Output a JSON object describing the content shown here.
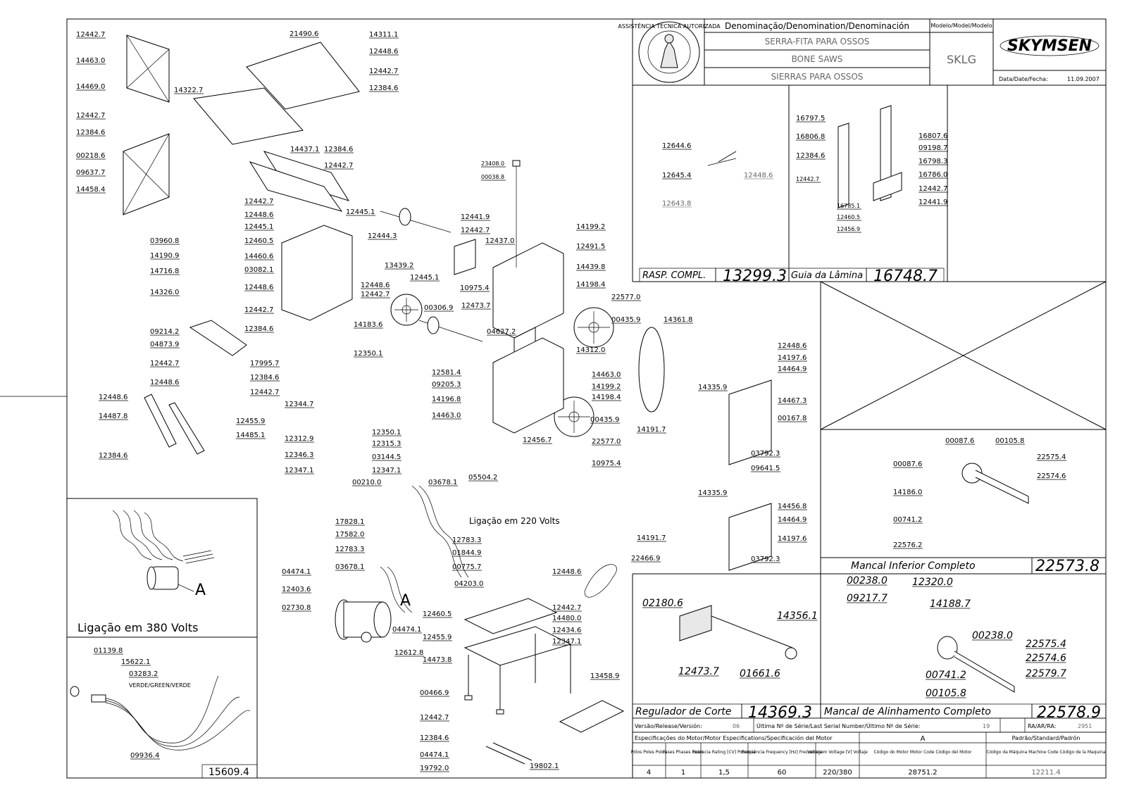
{
  "title_block": {
    "denomination_header": "Denominação/Denomination/Denominación",
    "name_pt": "SERRA-FITA PARA OSSOS",
    "name_en": "BONE SAWS",
    "name_es": "SIERRAS PARA OSSOS",
    "model_header": "Modelo/Model/Modelo",
    "model": "SKLG",
    "brand": "SKYMSEN",
    "date_label": "Data/Date/Fecha:",
    "date": "11.09.2007",
    "seal_text": "ASSISTÊNCIA TÉCNICA AUTORIZADA"
  },
  "subassemblies": [
    {
      "name": "RASP. COMPL.",
      "code": "13299.3"
    },
    {
      "name": "Guia da Lâmina",
      "code": "16748.7"
    },
    {
      "name": "Mancal Inferior Completo",
      "code": "22573.8"
    },
    {
      "name": "Regulador de Corte",
      "code": "14369.3"
    },
    {
      "name": "Mancal de Alinhamento Completo",
      "code": "22578.9"
    }
  ],
  "wiring": {
    "label_220": "Ligação em 220 Volts",
    "label_380": "Ligação em 380 Volts",
    "marker_a": "A",
    "wire_color": "VERDE/GREEN/VERDE",
    "cable_code": "15609.4"
  },
  "version_row": {
    "version_label": "Versão/Release/Versión:",
    "version": "06",
    "serial_label": "Última Nº de Série/Last Serial Number/Último Nº de Série:",
    "serial": "19",
    "ra_label": "RA/AR/RA:",
    "ra": "2951"
  },
  "motor_spec": {
    "header": "Especificações do Motor/Motor Especifications/Specificación del Motor",
    "motor_letter": "A",
    "standard_label": "Padrão/Standard/Padrón",
    "columns": [
      {
        "label": "Pólos Poles Polos",
        "value": "4"
      },
      {
        "label": "Fases Phases Fases",
        "value": "1"
      },
      {
        "label": "Potência Rating [CV] Potencia",
        "value": "1,5"
      },
      {
        "label": "Frequência Frequency [Hz] Frecuencia",
        "value": "60"
      },
      {
        "label": "Voltagem Voltage [V] Voltaje",
        "value": "220/380"
      },
      {
        "label": "Código do Motor Motor Code Código del Motor",
        "value": "28751.2"
      },
      {
        "label": "Código da Máquina Machine Code Código de la Maquina",
        "value": "12211.4"
      }
    ]
  },
  "part_labels": [
    "12442.7",
    "14463.0",
    "14469.0",
    "12442.7",
    "12384.6",
    "00218.6",
    "09637.7",
    "14458.4",
    "21490.6",
    "14311.1",
    "12448.6",
    "12442.7",
    "12384.6",
    "14322.7",
    "14437.1",
    "12384.6",
    "12442.7",
    "12445.1",
    "12444.3",
    "12441.9",
    "12442.7",
    "12437.0",
    "23408.0",
    "00038.8",
    "12442.7",
    "12448.6",
    "12445.1",
    "12460.5",
    "14460.6",
    "03082.1",
    "12448.6",
    "12442.7",
    "12384.6",
    "03960.8",
    "14190.9",
    "14716.8",
    "14326.0",
    "09214.2",
    "04873.9",
    "12442.7",
    "12448.6",
    "17995.7",
    "12384.6",
    "12442.7",
    "12455.9",
    "12448.6",
    "14487.8",
    "12384.6",
    "14485.1",
    "13439.2",
    "12445.1",
    "12448.6",
    "12442.7",
    "00306.9",
    "14183.6",
    "12350.1",
    "12473.7",
    "10975.4",
    "04627.2",
    "12581.4",
    "09205.3",
    "14196.8",
    "14463.0",
    "12456.7",
    "14199.2",
    "12491.5",
    "14439.8",
    "14198.4",
    "22577.0",
    "00435.9",
    "14312.0",
    "14463.0",
    "14199.2",
    "14198.4",
    "00435.9",
    "22577.0",
    "10975.4",
    "14361.8",
    "14191.7",
    "12344.7",
    "12312.9",
    "12346.3",
    "12347.1",
    "12350.1",
    "12315.3",
    "03144.5",
    "12347.1",
    "14335.9",
    "12448.6",
    "14197.6",
    "14464.9",
    "14467.3",
    "00167.8",
    "03792.3",
    "09641.5",
    "14335.9",
    "14456.8",
    "14464.9",
    "14197.6",
    "03792.3",
    "14191.7",
    "00210.0",
    "03678.1",
    "05504.2",
    "17828.1",
    "17582.0",
    "12783.3",
    "12783.3",
    "03678.1",
    "01844.9",
    "00775.7",
    "04474.1",
    "12403.6",
    "02730.8",
    "04203.0",
    "12448.6",
    "12442.7",
    "12460.5",
    "14480.0",
    "12455.9",
    "04474.1",
    "12434.6",
    "12347.1",
    "12612.8",
    "14473.8",
    "00466.9",
    "13458.9",
    "12442.7",
    "12384.6",
    "04474.1",
    "19792.0",
    "19802.1",
    "22466.9",
    "01139.8",
    "15622.1",
    "03283.2",
    "09936.4",
    "12644.6",
    "12645.4",
    "12643.8",
    "12448.6",
    "16797.5",
    "16806.8",
    "12384.6",
    "12442.7",
    "16785.1",
    "12460.5",
    "12456.9",
    "16807.6",
    "09198.7",
    "16798.3",
    "16786.0",
    "12442.7",
    "12441.9",
    "00087.6",
    "00105.8",
    "22575.4",
    "00087.6",
    "22574.6",
    "14186.0",
    "00741.2",
    "22576.2",
    "00238.0",
    "12320.0",
    "09217.7",
    "14188.7",
    "00238.0",
    "22575.4",
    "22574.6",
    "00741.2",
    "22579.7",
    "00105.8",
    "02180.6",
    "14356.1",
    "12473.7",
    "01661.6"
  ]
}
